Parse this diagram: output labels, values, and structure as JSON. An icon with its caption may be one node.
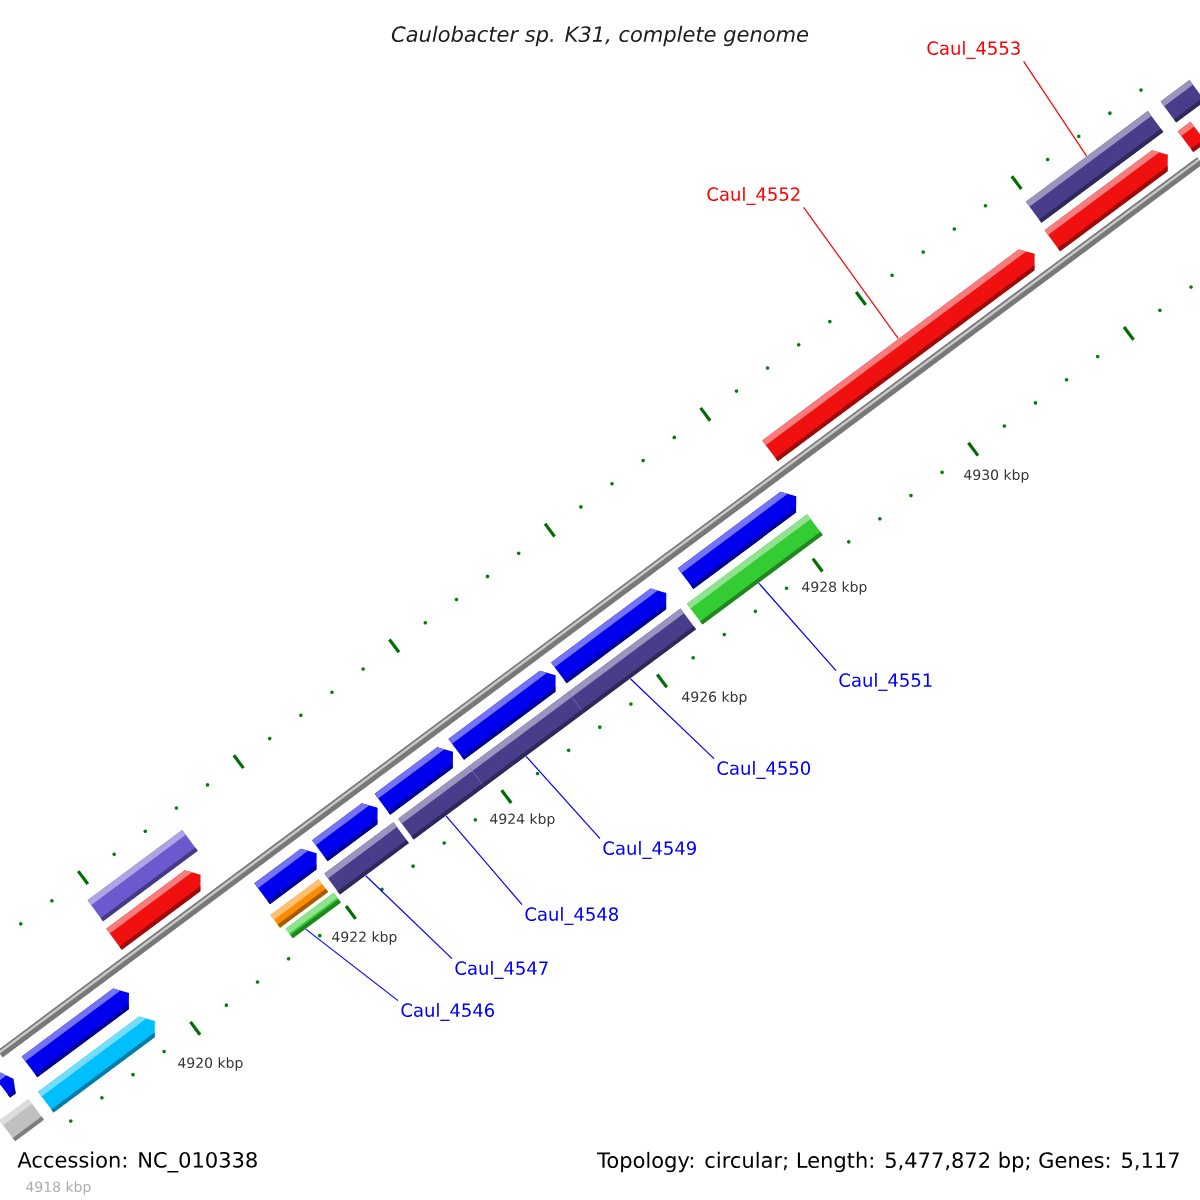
{
  "diagram": {
    "title": "Caulobacter sp. K31, complete genome",
    "nodes": [
      {
        "text": [
          "Caul_4553"
        ]
      },
      {
        "text": [
          "Caul_4552"
        ]
      },
      {
        "text": [
          "Caul_4551"
        ]
      },
      {
        "text": [
          "Caul_4550"
        ]
      },
      {
        "text": [
          "Caul_4549"
        ]
      },
      {
        "text": [
          "Caul_4548"
        ]
      },
      {
        "text": [
          "Caul_4547"
        ]
      },
      {
        "text": [
          "Caul_4546"
        ]
      },
      {
        "text": [],
        "shape": "bar"
      },
      {
        "text": [],
        "shape": "bar"
      },
      {
        "text": [],
        "shape": "bar"
      },
      {
        "text": [],
        "shape": "bar"
      },
      {
        "text": [],
        "shape": "bar"
      },
      {
        "text": [],
        "shape": "bar"
      },
      {
        "text": [],
        "shape": "bar"
      },
      {
        "text": [],
        "shape": "bar"
      }
    ],
    "edges": [
      {
        "from": 0,
        "to": 8,
        "arrow": "none",
        "color": "#ff0000"
      },
      {
        "from": 1,
        "to": 9,
        "arrow": "none",
        "color": "#ff0000"
      },
      {
        "from": 2,
        "to": 10,
        "arrow": "none"
      },
      {
        "from": 3,
        "to": 11,
        "arrow": "none"
      },
      {
        "from": 4,
        "to": 12,
        "arrow": "none"
      },
      {
        "from": 5,
        "to": 13,
        "arrow": "none"
      },
      {
        "from": 6,
        "to": 14,
        "arrow": "none"
      },
      {
        "from": 7,
        "to": 15,
        "arrow": "none"
      }
    ],
    "labels": [
      "4930 kbp",
      "4928 kbp",
      "4926 kbp",
      "4924 kbp",
      "4922 kbp",
      "4920 kbp",
      "4918 kbp",
      "Accession: NC_010338",
      "Topology: circular; Length: 5,477,872 bp; Genes: 5,117"
    ]
  }
}
